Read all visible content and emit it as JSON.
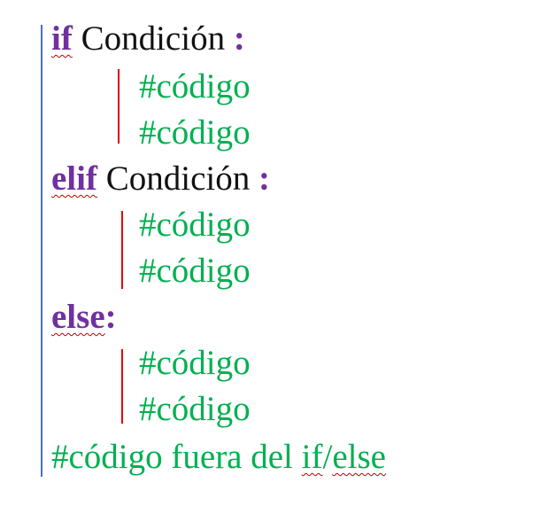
{
  "colors": {
    "keyword": "#7030a0",
    "condition": "#111111",
    "comment": "#00b050",
    "outer_bar": "#4472c4",
    "inner_bar": "#e00000"
  },
  "lines": {
    "if_keyword": "if",
    "if_condition": "Condición",
    "if_colon": ":",
    "if_code_1": "#código",
    "if_code_2": "#código",
    "elif_keyword": "elif",
    "elif_condition": "Condición",
    "elif_colon": ":",
    "elif_code_1": "#código",
    "elif_code_2": "#código",
    "else_keyword": "else",
    "else_colon": ":",
    "else_code_1": "#código",
    "else_code_2": "#código",
    "outside_prefix": "#código fuera del ",
    "outside_if": "if",
    "outside_slash": "/",
    "outside_else": "else"
  }
}
